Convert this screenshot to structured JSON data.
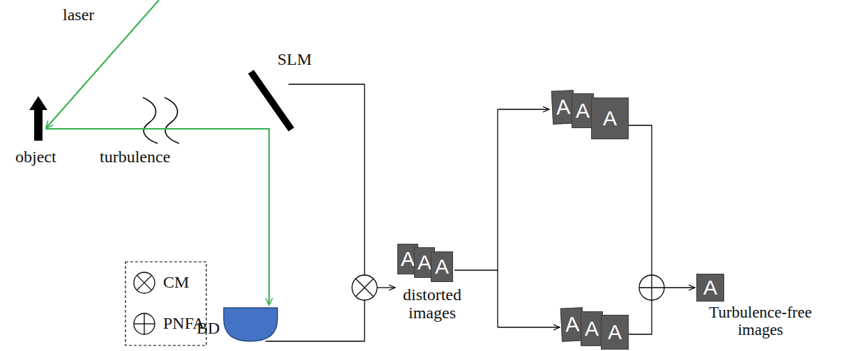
{
  "diagram": {
    "nodes": [
      {
        "text": [
          "A"
        ]
      },
      {
        "text": [
          "A"
        ]
      },
      {
        "text": [
          "A"
        ]
      },
      {
        "text": [
          "A"
        ]
      },
      {
        "text": [
          "A"
        ]
      },
      {
        "text": [
          "A"
        ]
      },
      {
        "text": [
          "A"
        ]
      },
      {
        "text": [
          "A"
        ]
      },
      {
        "text": [
          "A"
        ]
      },
      {
        "text": [
          "A"
        ]
      }
    ],
    "labels": [
      "laser",
      "object",
      "turbulence",
      "SLM",
      "BD",
      "distorted images",
      "Turbulence-free images"
    ],
    "legend": [
      {
        "text": "CM"
      },
      {
        "text": "PNFA"
      }
    ]
  }
}
